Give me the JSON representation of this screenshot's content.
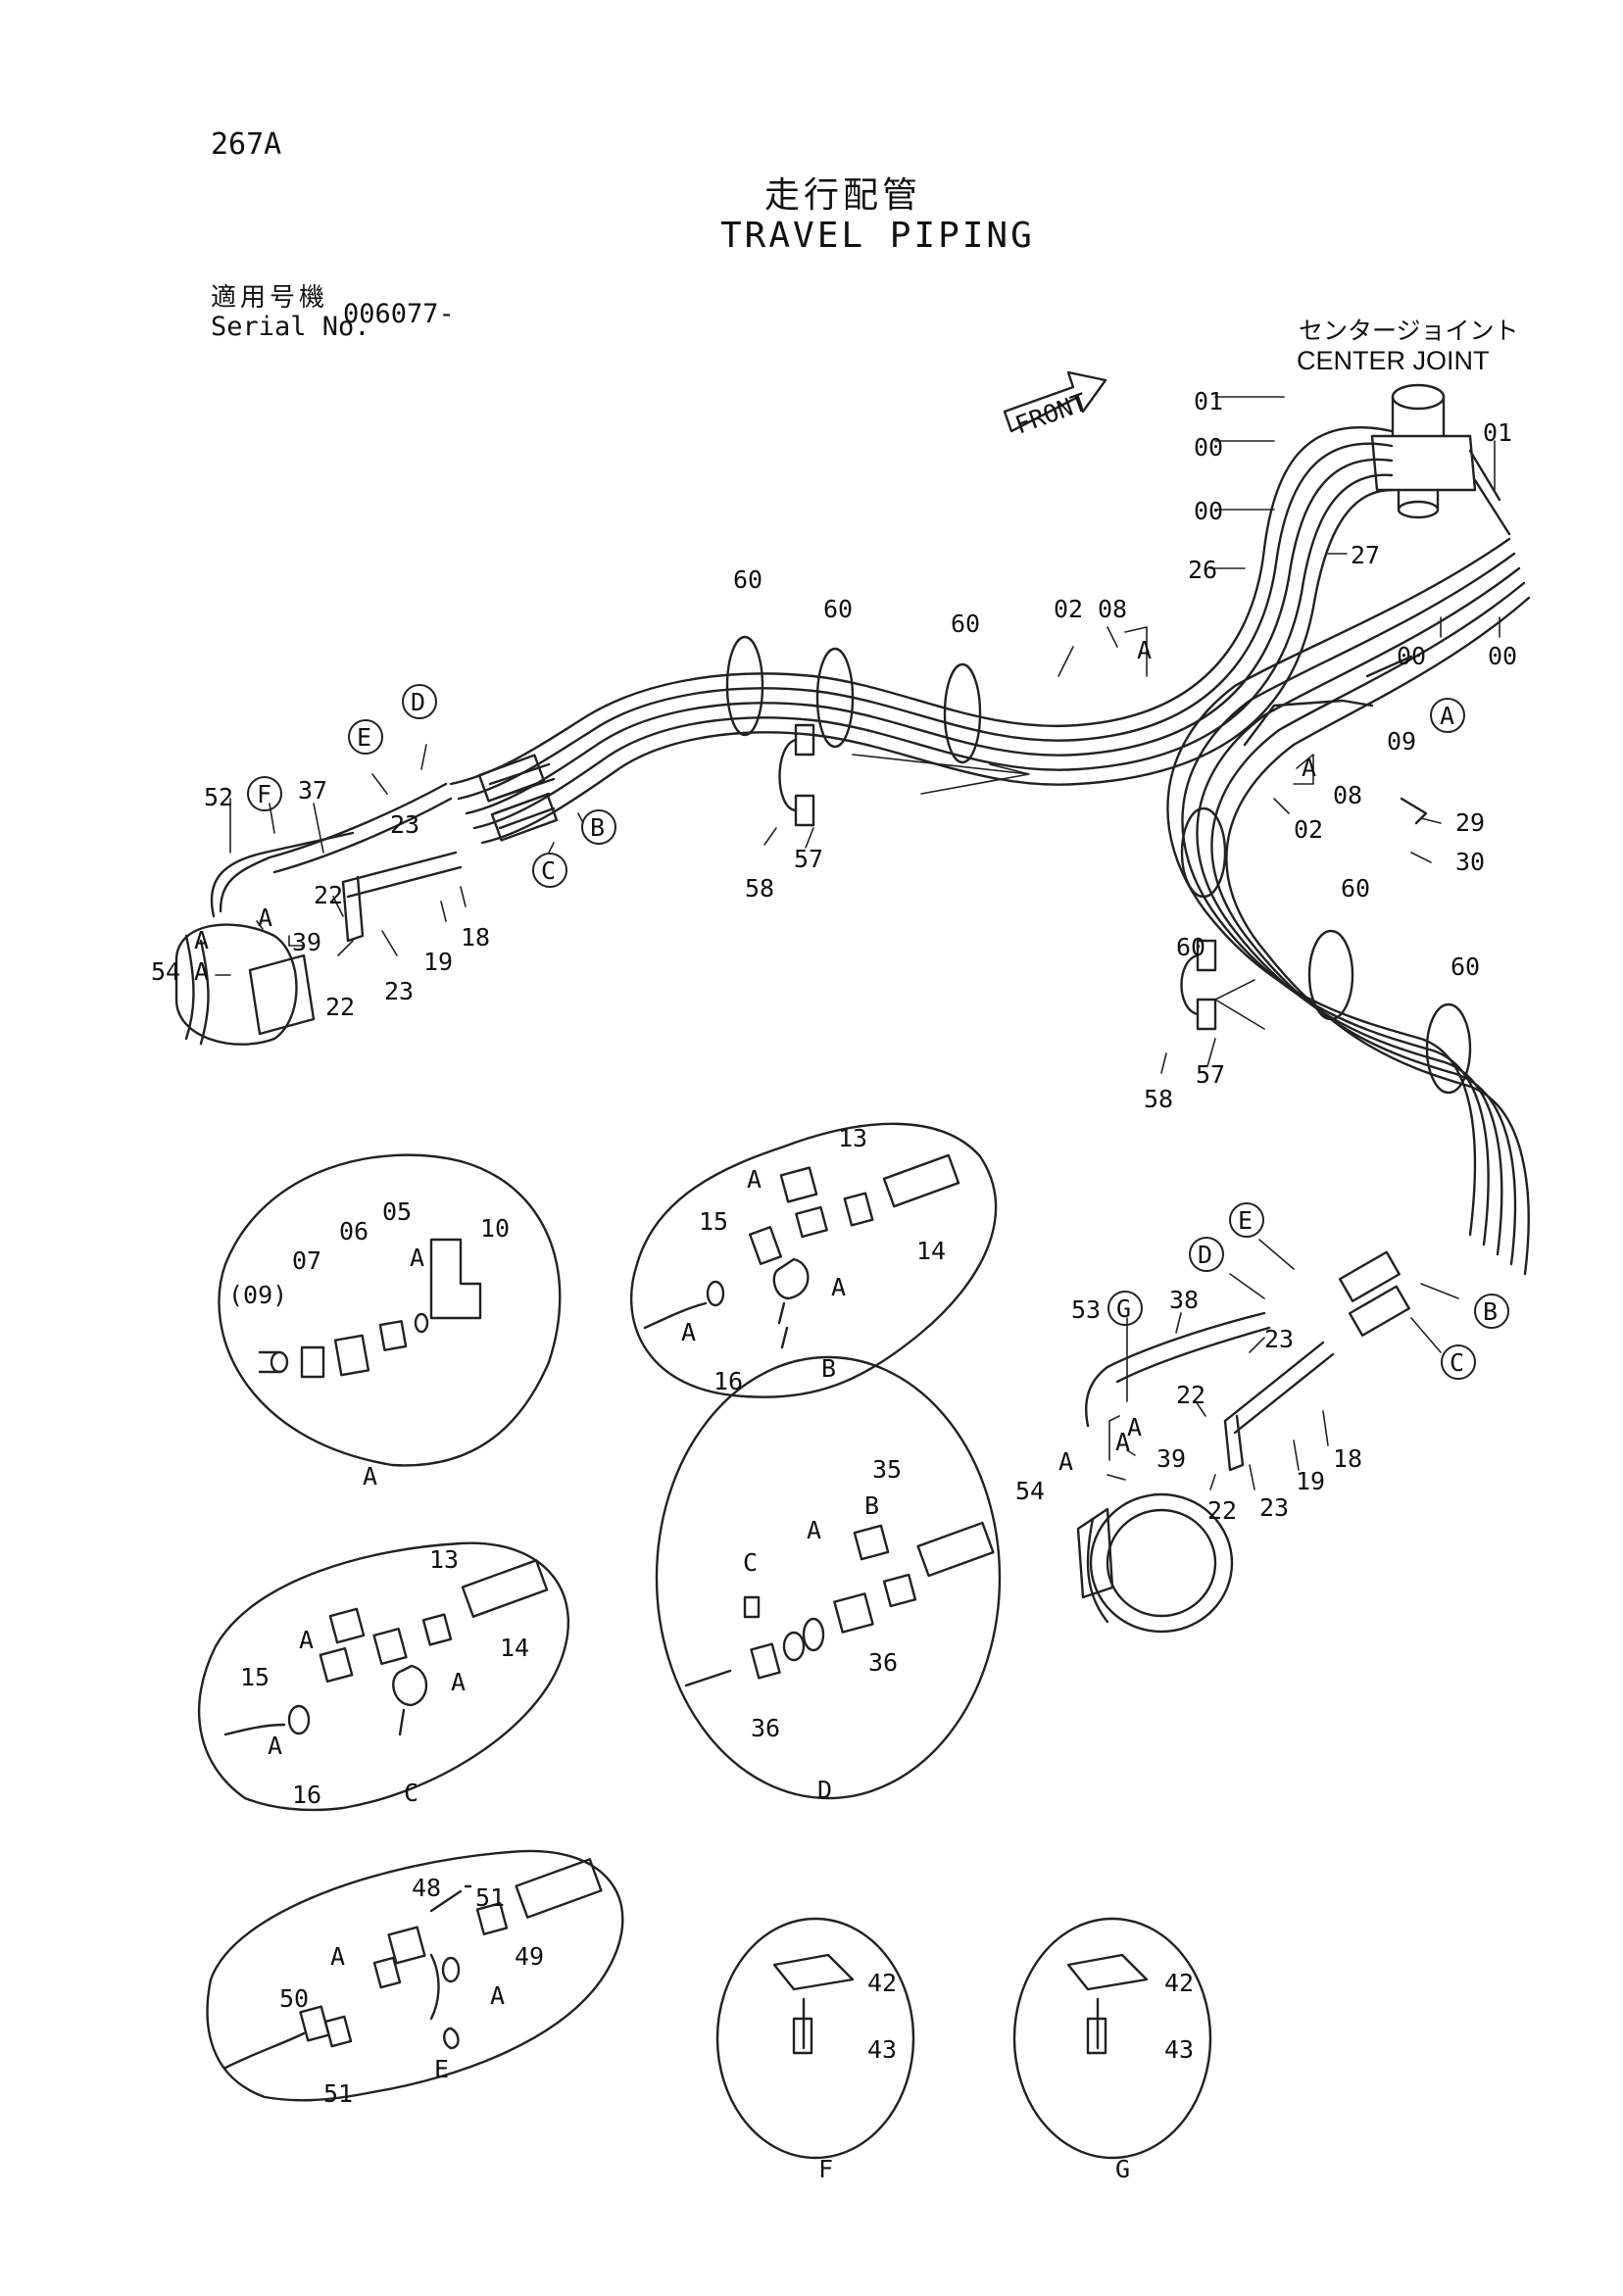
{
  "header": {
    "page_number": "267A",
    "title_jp": "走行配管",
    "title_en": "TRAVEL PIPING",
    "serial_label_jp": "適用号機",
    "serial_label_en": "Serial No.",
    "serial_value": "006077-"
  },
  "center_joint": {
    "label_jp": "センタージョイント",
    "label_en": "CENTER JOINT"
  },
  "front_label": "FRONT",
  "main_parts": {
    "c_01a": "01",
    "c_00a": "00",
    "c_00b": "00",
    "c_01b": "01",
    "c_26": "26",
    "c_27": "27",
    "c_00c": "00",
    "c_00d": "00",
    "c_08a": "08",
    "c_A1": "A",
    "c_02a": "02",
    "c_60a": "60",
    "c_60b": "60",
    "c_60c": "60",
    "c_A2": "A",
    "c_09": "09",
    "c_A3": "A",
    "c_08b": "08",
    "c_02b": "02",
    "c_29": "29",
    "c_30": "30",
    "c_57a": "57",
    "c_58a": "58",
    "c_60d": "60",
    "c_60e": "60",
    "c_60f": "60",
    "c_57b": "57",
    "c_58b": "58"
  },
  "left_motor": {
    "D": "D",
    "E": "E",
    "F": "F",
    "c_52": "52",
    "c_37": "37",
    "c_23a": "23",
    "B": "B",
    "C": "C",
    "c_22a": "22",
    "c_39": "39",
    "A1": "A",
    "A2": "A",
    "c_54": "54",
    "A3": "A",
    "c_22b": "22",
    "c_23b": "23",
    "c_19": "19",
    "c_18": "18"
  },
  "right_motor": {
    "E": "E",
    "D": "D",
    "G": "G",
    "c_53": "53",
    "c_38": "38",
    "B": "B",
    "C": "C",
    "c_23a": "23",
    "c_22a": "22",
    "A1": "A",
    "c_39": "39",
    "A2": "A",
    "c_54": "54",
    "A3": "A",
    "c_22b": "22",
    "c_23b": "23",
    "c_19": "19",
    "c_18": "18"
  },
  "details": {
    "A": {
      "label": "A",
      "p09": "(09)",
      "p07": "07",
      "p06": "06",
      "p05": "05",
      "p10": "10",
      "a": "A"
    },
    "B": {
      "label": "B",
      "p13": "13",
      "p15": "15",
      "p14": "14",
      "p16": "16",
      "a1": "A",
      "a2": "A",
      "a3": "A"
    },
    "C": {
      "label": "C",
      "p13": "13",
      "p15": "15",
      "p14": "14",
      "p16": "16",
      "a1": "A",
      "a2": "A",
      "a3": "A"
    },
    "D": {
      "label": "D",
      "p35": "35",
      "b": "B",
      "c": "C",
      "a": "A",
      "p36a": "36",
      "p36b": "36"
    },
    "E": {
      "label": "E",
      "p48": "48",
      "p51a": "51",
      "p50": "50",
      "p49": "49",
      "p51b": "51",
      "a1": "A",
      "a2": "A"
    },
    "F": {
      "label": "F",
      "p42": "42",
      "p43": "43"
    },
    "G": {
      "label": "G",
      "p42": "42",
      "p43": "43"
    }
  }
}
